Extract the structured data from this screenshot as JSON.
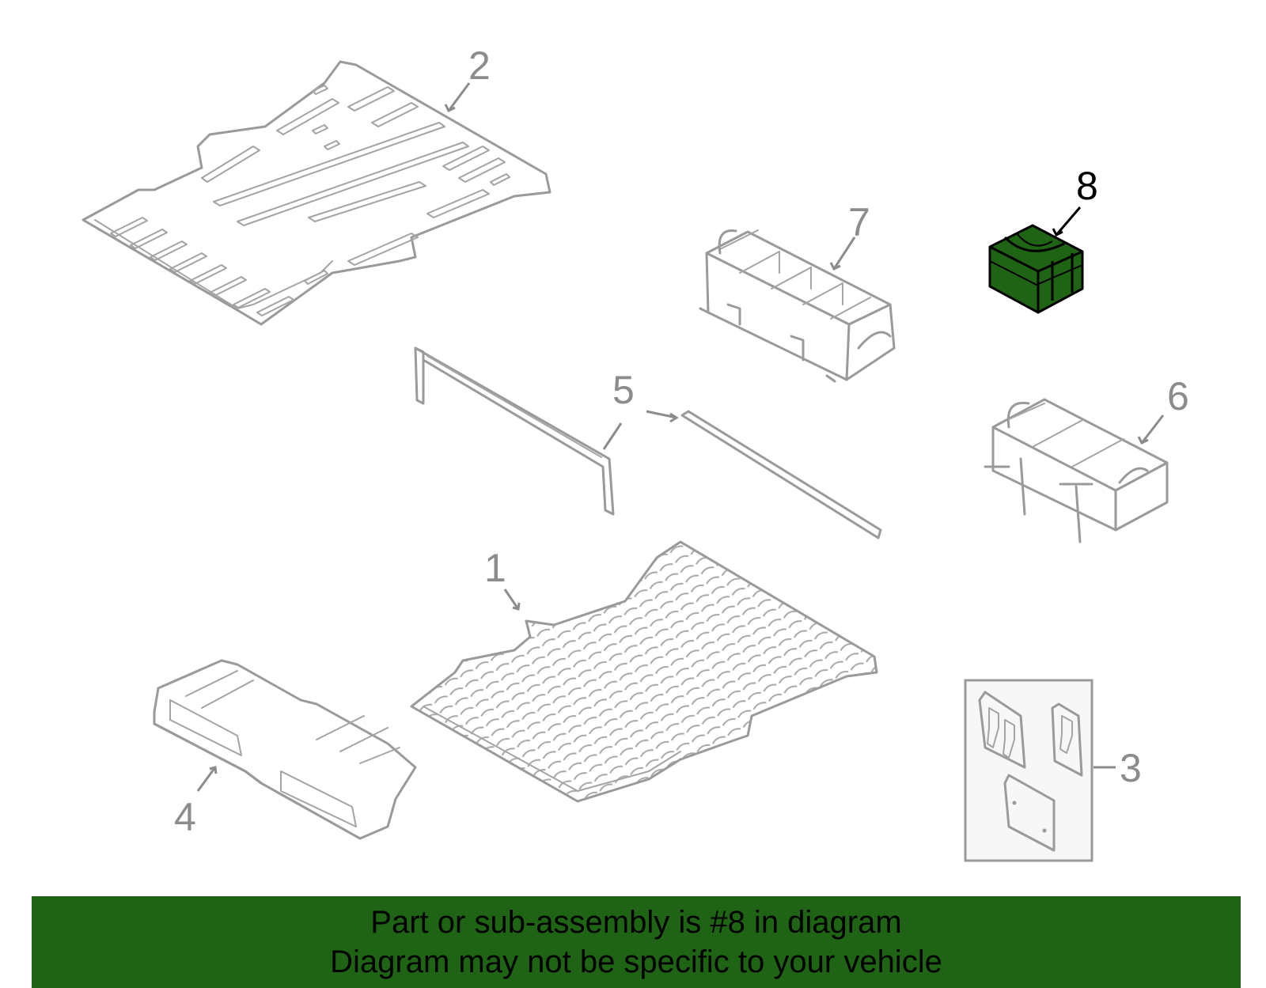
{
  "callouts": {
    "n1": "1",
    "n2": "2",
    "n3": "3",
    "n4": "4",
    "n5": "5",
    "n6": "6",
    "n7": "7",
    "n8": "8"
  },
  "highlight": {
    "part_number": "8",
    "color": "#1f6414"
  },
  "banner": {
    "line1": "Part or sub-assembly is #8 in diagram",
    "line2": "Diagram may not be specific to your vehicle"
  }
}
